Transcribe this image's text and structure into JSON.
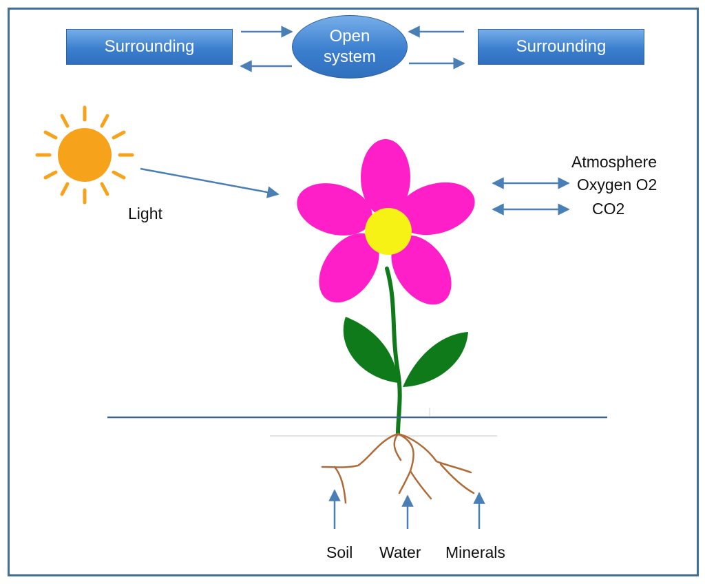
{
  "top": {
    "surrounding_left": "Surrounding",
    "surrounding_right": "Surrounding",
    "center_line1": "Open",
    "center_line2": "system"
  },
  "labels": {
    "light": "Light",
    "atmosphere": "Atmosphere",
    "oxygen": "Oxygen O2",
    "co2": "CO2",
    "soil": "Soil",
    "water": "Water",
    "minerals": "Minerals"
  },
  "colors": {
    "frame": "#3f6e9c",
    "box_fill": "#3c7fcf",
    "arrow": "#4a7fb5",
    "sun": "#f7a21b",
    "petal": "#ff1fc9",
    "flower_center": "#f6f215",
    "leaf": "#0f7a1a",
    "root": "#b06a38",
    "ground": "#3a648c"
  }
}
